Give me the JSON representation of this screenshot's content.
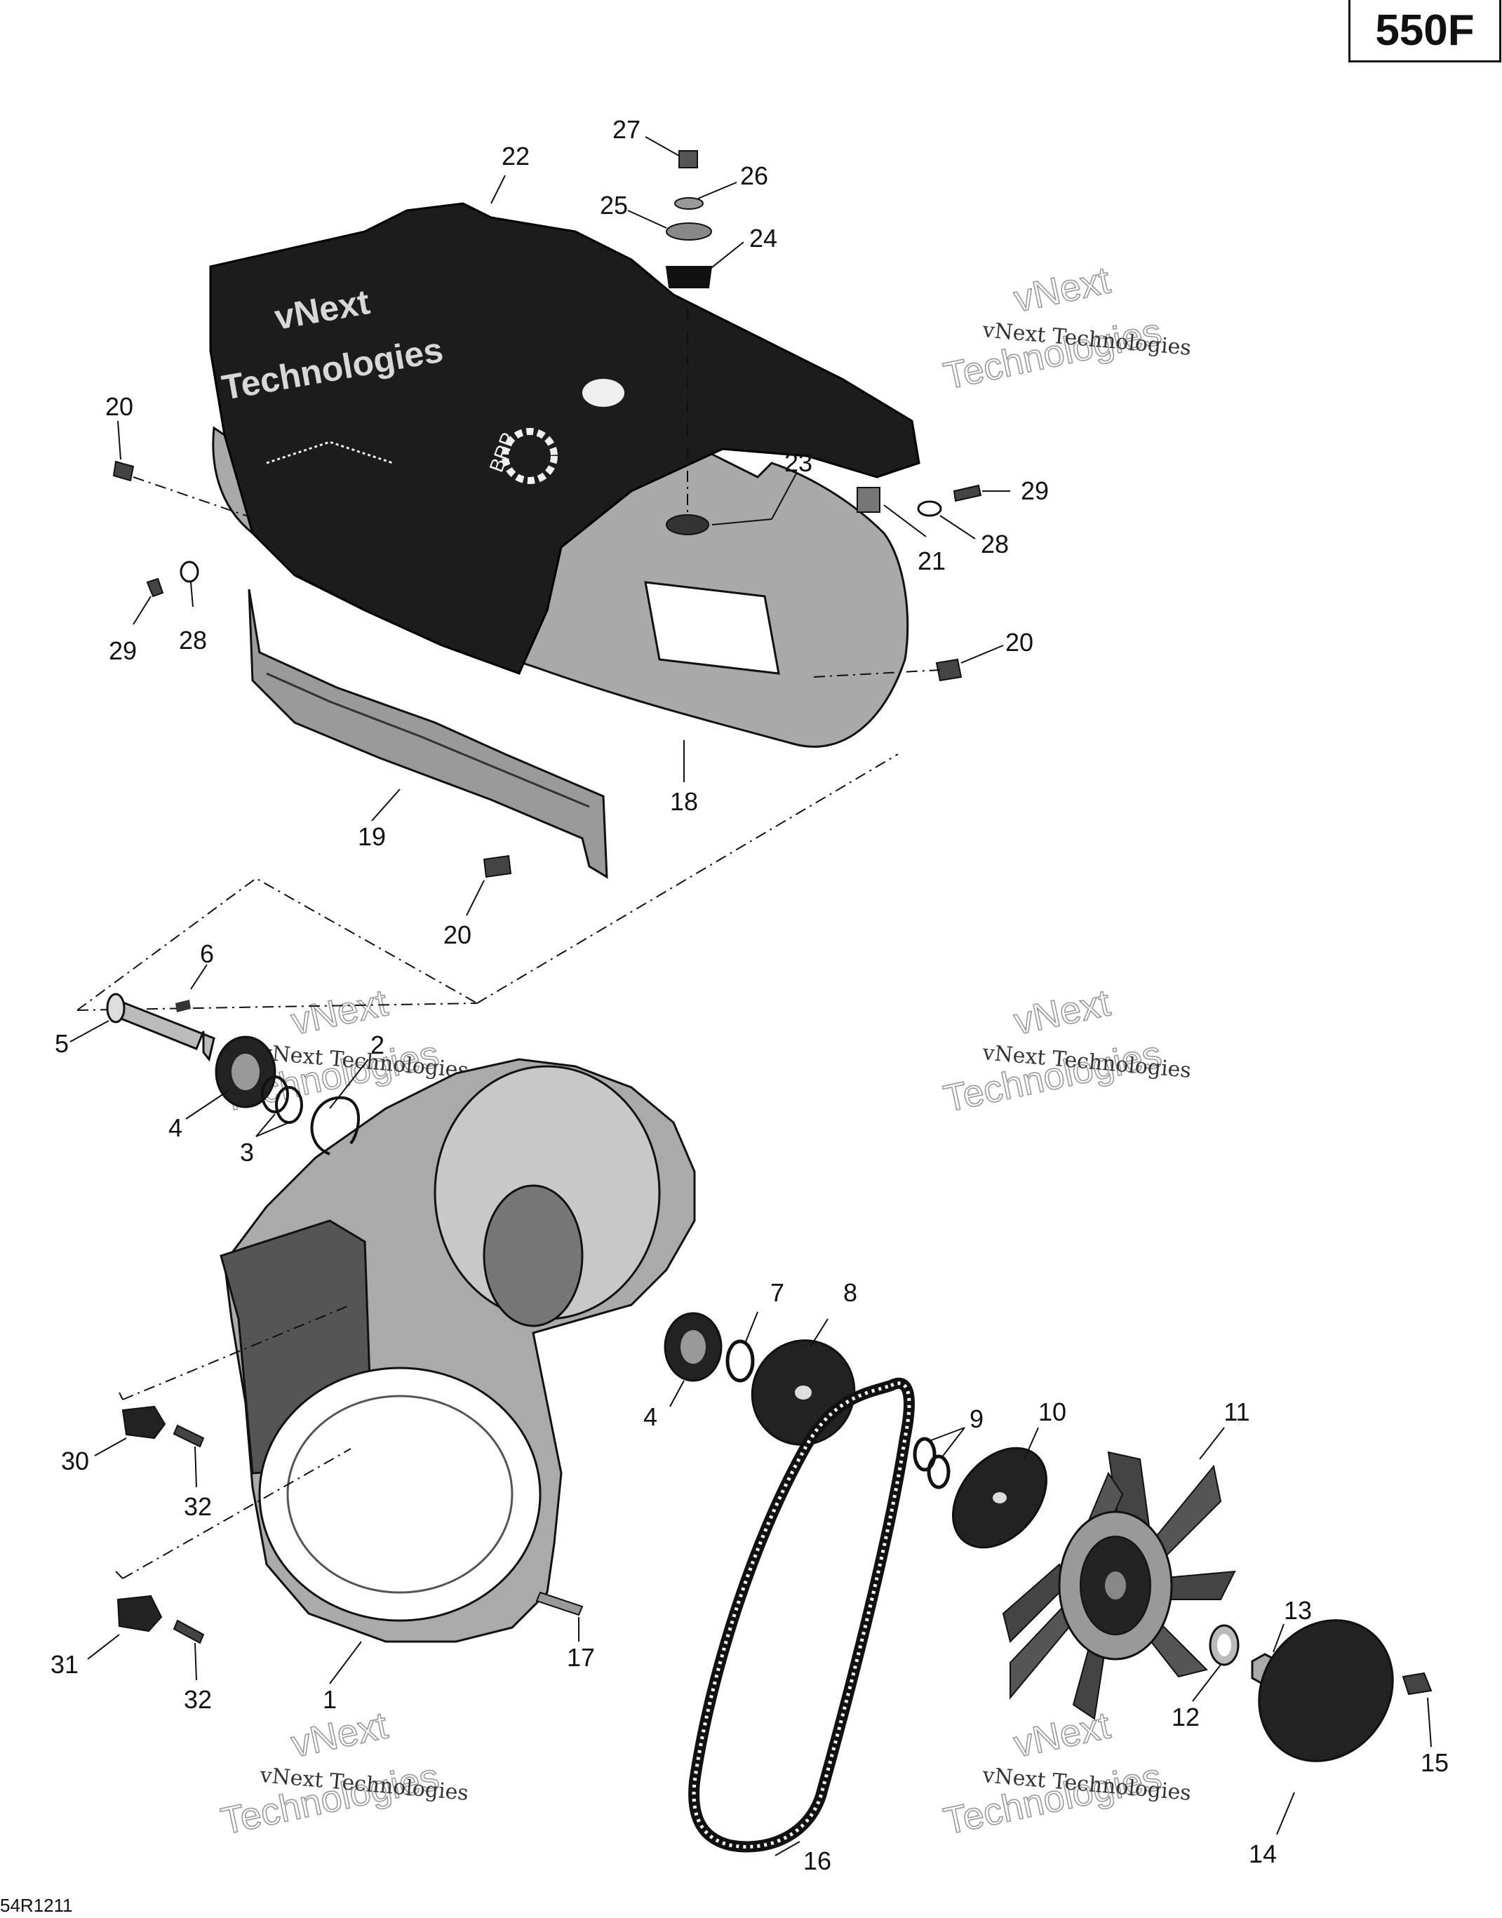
{
  "model": "550F",
  "reference_code": "54R1211",
  "watermark": {
    "line1": "vNext Technologies",
    "line2": "vNext",
    "line3": "Technologies",
    "cover_line1": "vNext",
    "cover_line2": "Technologies"
  },
  "cover_logo_text": "BRP",
  "part_labels": {
    "p1": "1",
    "p2": "2",
    "p3": "3",
    "p4a": "4",
    "p4b": "4",
    "p5": "5",
    "p6": "6",
    "p7": "7",
    "p8": "8",
    "p9": "9",
    "p10": "10",
    "p11": "11",
    "p12": "12",
    "p13": "13",
    "p14": "14",
    "p15": "15",
    "p16": "16",
    "p17": "17",
    "p18": "18",
    "p19": "19",
    "p20a": "20",
    "p20b": "20",
    "p20c": "20",
    "p21": "21",
    "p22": "22",
    "p23": "23",
    "p24": "24",
    "p25": "25",
    "p26": "26",
    "p27": "27",
    "p28a": "28",
    "p28b": "28",
    "p29a": "29",
    "p29b": "29",
    "p30": "30",
    "p31": "31",
    "p32a": "32",
    "p32b": "32"
  }
}
